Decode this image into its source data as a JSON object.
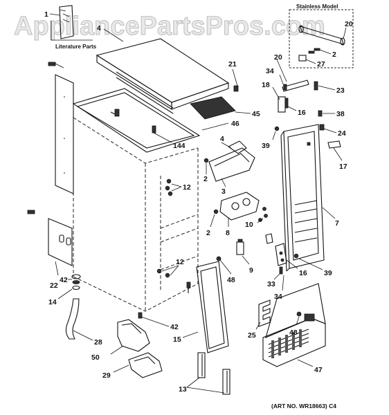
{
  "watermark": "AppliancePartsPros.com",
  "inset_title": "Stainless Model",
  "literature_label": "Literature Parts",
  "art_number": "(ART NO. WR18663) C4",
  "callouts": {
    "c1": "1",
    "c4a": "4",
    "c21": "21",
    "c45": "45",
    "c46": "46",
    "c144": "144",
    "c12a": "12",
    "c12b": "12",
    "c22": "22",
    "c42a": "42",
    "c14": "14",
    "c42b": "42",
    "c28": "28",
    "c50": "50",
    "c29": "29",
    "c13": "13",
    "c15": "15",
    "c48a": "48",
    "c4b": "4",
    "c2a": "2",
    "c3": "3",
    "c8": "8",
    "c2b": "2",
    "c10": "10",
    "c9": "9",
    "c20a": "20",
    "c34a": "34",
    "c18": "18",
    "c23": "23",
    "c16a": "16",
    "c38": "38",
    "c39a": "39",
    "c24": "24",
    "c17": "17",
    "c7": "7",
    "c16b": "16",
    "c39b": "39",
    "c33": "33",
    "c34b": "34",
    "c25": "25",
    "c48b": "48",
    "c47": "47",
    "c20b": "20",
    "c2c": "2",
    "c27": "27"
  }
}
